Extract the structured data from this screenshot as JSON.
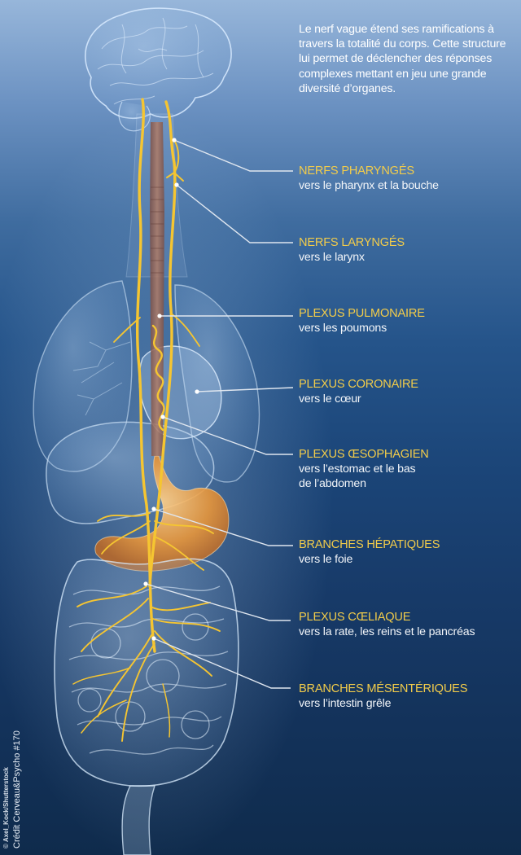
{
  "intro": "Le nerf vague étend ses ramifications à travers la totalité du corps. Cette structure lui permet de déclencher des réponses complexes mettant en jeu une grande diversité d’organes.",
  "colors": {
    "title_yellow": "#f2cc4a",
    "nerve_yellow": "#f5c531",
    "stomach_orange": "#e8963a",
    "esophagus_brown": "#9b6a55",
    "leader_line": "#dfe6ef",
    "background_top": "#97b6da",
    "background_bottom": "#0f2b4c"
  },
  "callouts": [
    {
      "title": "NERFS PHARYNGÉS",
      "desc": [
        "vers le pharynx et la bouche"
      ]
    },
    {
      "title": "NERFS LARYNGÉS",
      "desc": [
        "vers le larynx"
      ]
    },
    {
      "title": "PLEXUS PULMONAIRE",
      "desc": [
        "vers les poumons"
      ]
    },
    {
      "title": "PLEXUS CORONAIRE",
      "desc": [
        "vers le cœur"
      ]
    },
    {
      "title": "PLEXUS ŒSOPHAGIEN",
      "desc": [
        "vers l’estomac et le bas",
        "de l’abdomen"
      ]
    },
    {
      "title": "BRANCHES HÉPATIQUES",
      "desc": [
        "vers le foie"
      ]
    },
    {
      "title": "PLEXUS CŒLIAQUE",
      "desc": [
        "vers la rate, les reins et le pancréas"
      ]
    },
    {
      "title": "BRANCHES MÉSENTÉRIQUES",
      "desc": [
        "vers l’intestin grêle"
      ]
    }
  ],
  "credit": {
    "photo": "© Axel_Kock/Shutterstock",
    "source": "Crédit Cerveau&Psycho #170"
  }
}
